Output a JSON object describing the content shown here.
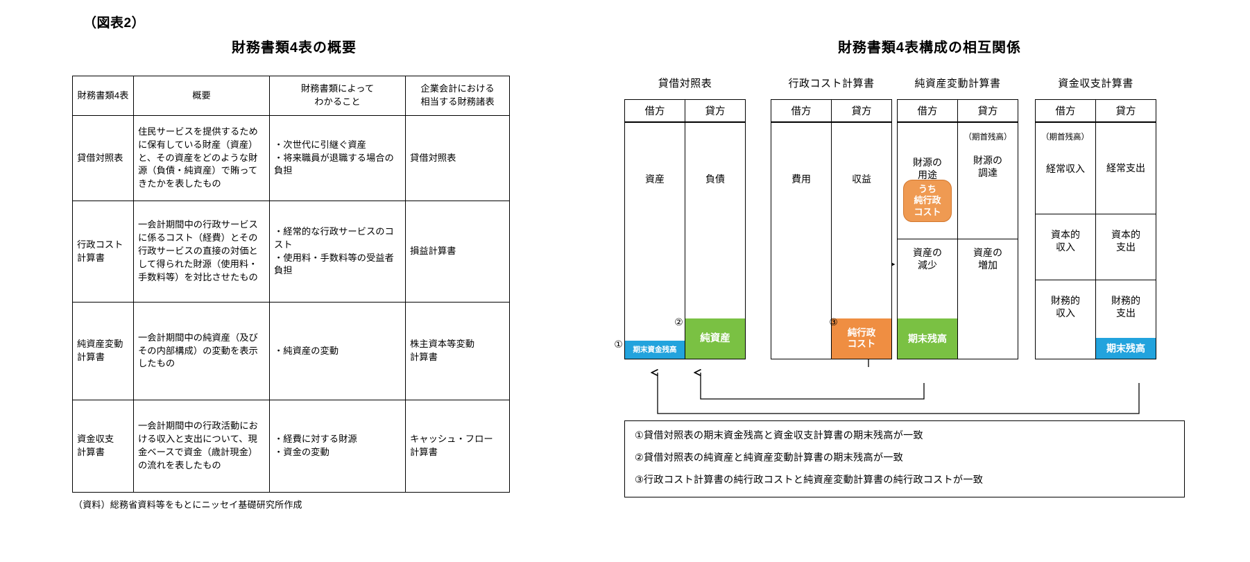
{
  "figure_label": "（図表2）",
  "left": {
    "title": "財務書類4表の概要",
    "headers": [
      "財務書類4表",
      "概要",
      "財務書類によって\nわかること",
      "企業会計における\n相当する財務諸表"
    ],
    "header_cells": [
      {
        "line1": "財務書類4表",
        "line2": ""
      },
      {
        "line1": "概要",
        "line2": ""
      },
      {
        "line1": "財務書類によって",
        "line2": "わかること"
      },
      {
        "line1": "企業会計における",
        "line2": "相当する財務諸表"
      }
    ],
    "rows": [
      {
        "name": "貸借対照表",
        "desc": "住民サービスを提供するために保有している財産（資産）と、その資産をどのような財源（負債・純資産）で賄ってきたかを表したもの",
        "know": "・次世代に引継ぐ資産\n・将来職員が退職する場合の負担",
        "corp": "貸借対照表"
      },
      {
        "name": "行政コスト\n計算書",
        "desc": "一会計期間中の行政サービスに係るコスト（経費）とその行政サービスの直接の対価として得られた財源（使用料・手数料等）を対比させたもの",
        "know": "・経常的な行政サービスのコスト\n・使用料・手数料等の受益者負担",
        "corp": "損益計算書"
      },
      {
        "name": "純資産変動\n計算書",
        "desc": "一会計期間中の純資産（及びその内部構成）の変動を表示したもの",
        "know": "・純資産の変動",
        "corp": "株主資本等変動\n計算書"
      },
      {
        "name": "資金収支\n計算書",
        "desc": "一会計期間中の行政活動における収入と支出について、現金ベースで資金（歳計現金）の流れを表したもの",
        "know": "・経費に対する財源\n・資金の変動",
        "corp": "キャッシュ・フロー\n計算書"
      }
    ],
    "source": "（資料）総務省資料等をもとにニッセイ基礎研究所作成"
  },
  "right": {
    "title": "財務書類4表構成の相互関係",
    "debit_label": "借方",
    "credit_label": "貸方",
    "statements": [
      {
        "title": "貸借対照表",
        "debit": [
          "資産"
        ],
        "credit": [
          "負債"
        ],
        "debit_bar": {
          "label": "期末資金残高",
          "color": "#22a3dd"
        },
        "credit_bar": {
          "label": "純資産",
          "color": "#7ac143"
        }
      },
      {
        "title": "行政コスト計算書",
        "debit": [
          "費用"
        ],
        "credit": [
          "収益"
        ],
        "debit_bar": {
          "label": "純行政\nコスト",
          "color": "#ef8e42"
        }
      },
      {
        "title": "純資産変動計算書",
        "debit_top": "財源の\n用途",
        "credit_top_paren": "（期首残高）",
        "credit_top": "財源の\n調達",
        "pill": "うち\n純行政\nコスト",
        "debit_bottom": "資産の\n減少",
        "credit_bottom": "資産の\n増加",
        "debit_bar": {
          "label": "期末残高",
          "color": "#7ac143"
        }
      },
      {
        "title": "資金収支計算書",
        "debit_paren": "（期首残高）",
        "rows": [
          {
            "debit": "経常収入",
            "credit": "経常支出"
          },
          {
            "debit": "資本的\n収入",
            "credit": "資本的\n支出"
          },
          {
            "debit": "財務的\n収入",
            "credit": "財務的\n支出"
          }
        ],
        "credit_bar": {
          "label": "期末残高",
          "color": "#22a3dd"
        }
      }
    ],
    "markers": [
      "①",
      "②",
      "③"
    ],
    "notes": [
      "①貸借対照表の期末資金残高と資金収支計算書の期末残高が一致",
      "②貸借対照表の純資産と純資産変動計算書の期末残高が一致",
      "③行政コスト計算書の純行政コストと純資産変動計算書の純行政コストが一致"
    ]
  },
  "colors": {
    "green": "#7ac143",
    "blue": "#22a3dd",
    "orange": "#ef8e42",
    "pill_fill": "#ef9a52",
    "pill_border": "#d2762c"
  }
}
